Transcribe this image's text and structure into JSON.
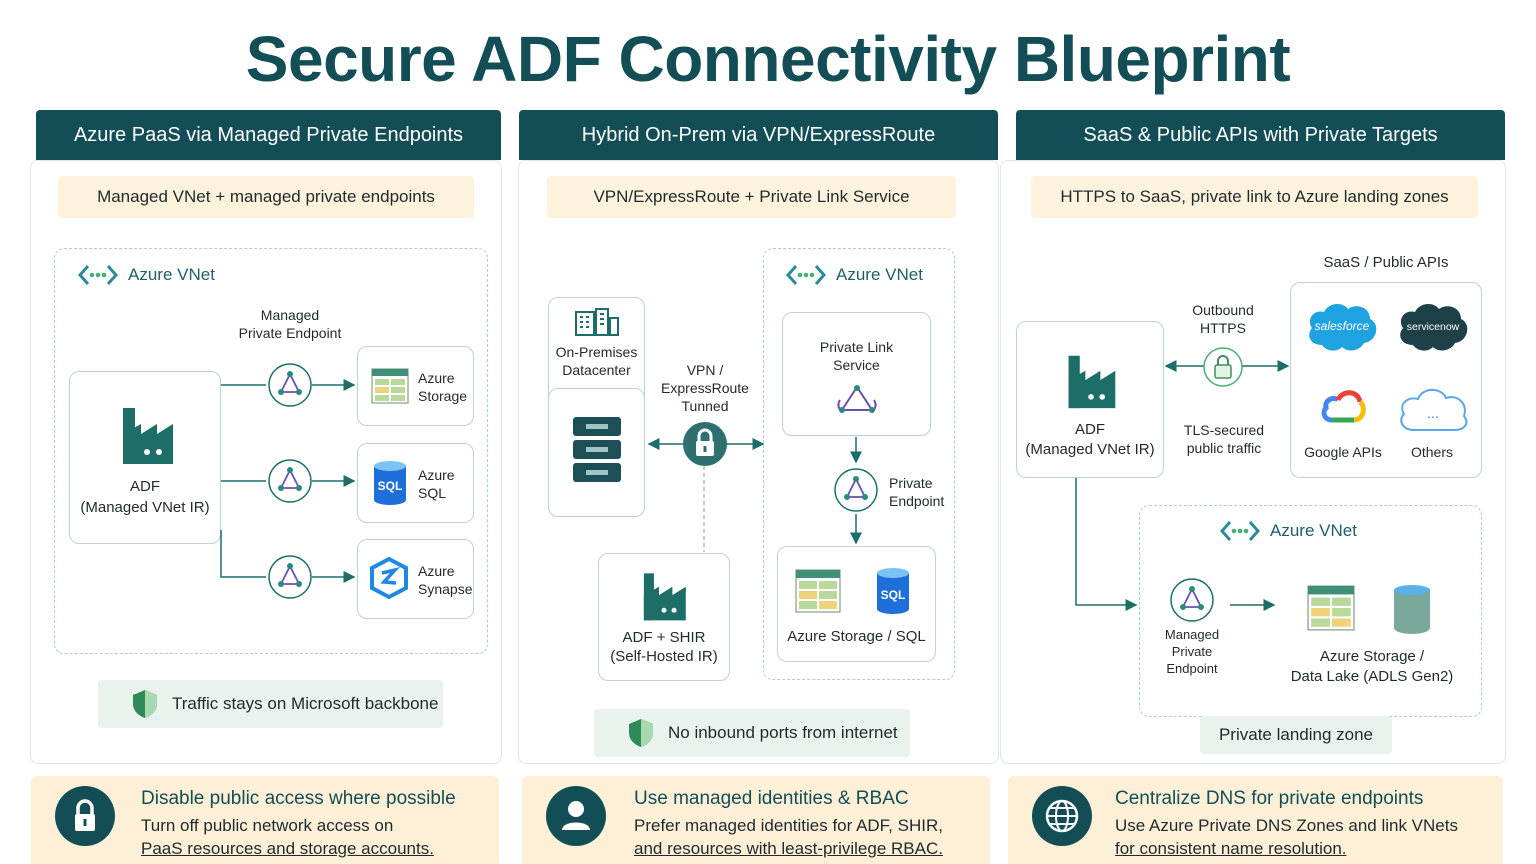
{
  "title": "Secure ADF Connectivity Blueprint",
  "panel1": {
    "header": "Azure PaaS via Managed Private Endpoints",
    "subtitle": "Managed VNet + managed private endpoints",
    "vnet_label": "Azure VNet",
    "pe_label_1": "Managed",
    "pe_label_2": "Private Endpoint",
    "adf_label_1": "ADF",
    "adf_label_2": "(Managed VNet IR)",
    "targets": [
      {
        "line1": "Azure",
        "line2": "Storage"
      },
      {
        "line1": "Azure",
        "line2": "SQL"
      },
      {
        "line1": "Azure",
        "line2": "Synapse"
      }
    ],
    "sql_icon_text": "SQL",
    "footer": "Traffic stays on Microsoft backbone"
  },
  "panel2": {
    "header": "Hybrid On-Prem via VPN/ExpressRoute",
    "subtitle": "VPN/ExpressRoute + Private Link Service",
    "onprem_1": "On-Premises",
    "onprem_2": "Datacenter",
    "vpn_1": "VPN /",
    "vpn_2": "ExpressRoute",
    "vpn_3": "Tunned",
    "vnet_label": "Azure VNet",
    "pls_1": "Private Link",
    "pls_2": "Service",
    "pe_1": "Private",
    "pe_2": "Endpoint",
    "storage_sql": "Azure Storage / SQL",
    "sql_icon_text": "SQL",
    "shir_1": "ADF + SHIR",
    "shir_2": "(Self-Hosted IR)",
    "footer": "No inbound ports from internet"
  },
  "panel3": {
    "header": "SaaS & Public APIs with Private Targets",
    "subtitle": "HTTPS to SaaS, private link to Azure landing zones",
    "saas_label": "SaaS / Public APIs",
    "outbound_1": "Outbound",
    "outbound_2": "HTTPS",
    "tls_1": "TLS-secured",
    "tls_2": "public traffic",
    "adf_1": "ADF",
    "adf_2": "(Managed VNet IR)",
    "salesforce": "salesforce",
    "servicenow": "servicenow",
    "google": "Google APIs",
    "others": "Others",
    "others_dots": "...",
    "vnet_label": "Azure VNet",
    "mpe_1": "Managed",
    "mpe_2": "Private",
    "mpe_3": "Endpoint",
    "storage_1": "Azure Storage /",
    "storage_2": "Data Lake (ADLS Gen2)",
    "landing": "Private landing zone"
  },
  "tips": [
    {
      "title": "Disable public access where possible",
      "line1": "Turn off public network access on",
      "line2": "PaaS resources and storage accounts."
    },
    {
      "title": "Use managed identities & RBAC",
      "line1": "Prefer managed identities for ADF, SHIR,",
      "line2": "and resources with least-privilege RBAC."
    },
    {
      "title": "Centralize DNS for private endpoints",
      "line1": "Use Azure Private DNS Zones and link VNets",
      "line2": "for consistent name resolution."
    }
  ],
  "colors": {
    "primary": "#134e57",
    "accent": "#2b8a7e",
    "cream": "#fdf3dc",
    "mint": "#e9f2ec"
  }
}
